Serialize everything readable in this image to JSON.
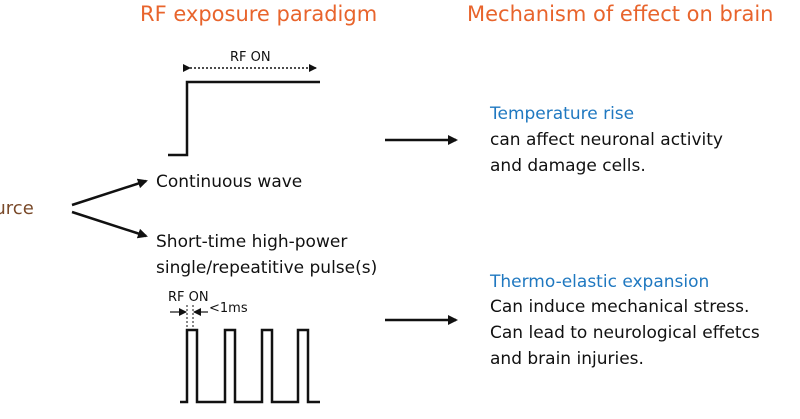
{
  "headers": {
    "left": "RF exposure paradigm",
    "right": "Mechanism of effect on brain"
  },
  "source": "source",
  "paradigms": {
    "continuous": {
      "rf_on_label": "RF ON",
      "caption": "Continuous wave"
    },
    "pulsed": {
      "caption_line1": "Short-time high-power",
      "caption_line2": "single/repeatitive pulse(s)",
      "rf_on_label": "RF ON",
      "duration_label": "<1ms"
    }
  },
  "mechanisms": {
    "temperature": {
      "title": "Temperature rise",
      "line1": "can affect neuronal activity",
      "line2": "and damage cells."
    },
    "thermo_elastic": {
      "title": "Thermo-elastic expansion",
      "line1": "Can induce mechanical stress.",
      "line2": "Can lead to neurological effetcs",
      "line3": "and brain injuries."
    }
  },
  "colors": {
    "header": "#e8642c",
    "source": "#7a4a2a",
    "mechanism_title": "#1f78c0",
    "ink": "#111111"
  }
}
